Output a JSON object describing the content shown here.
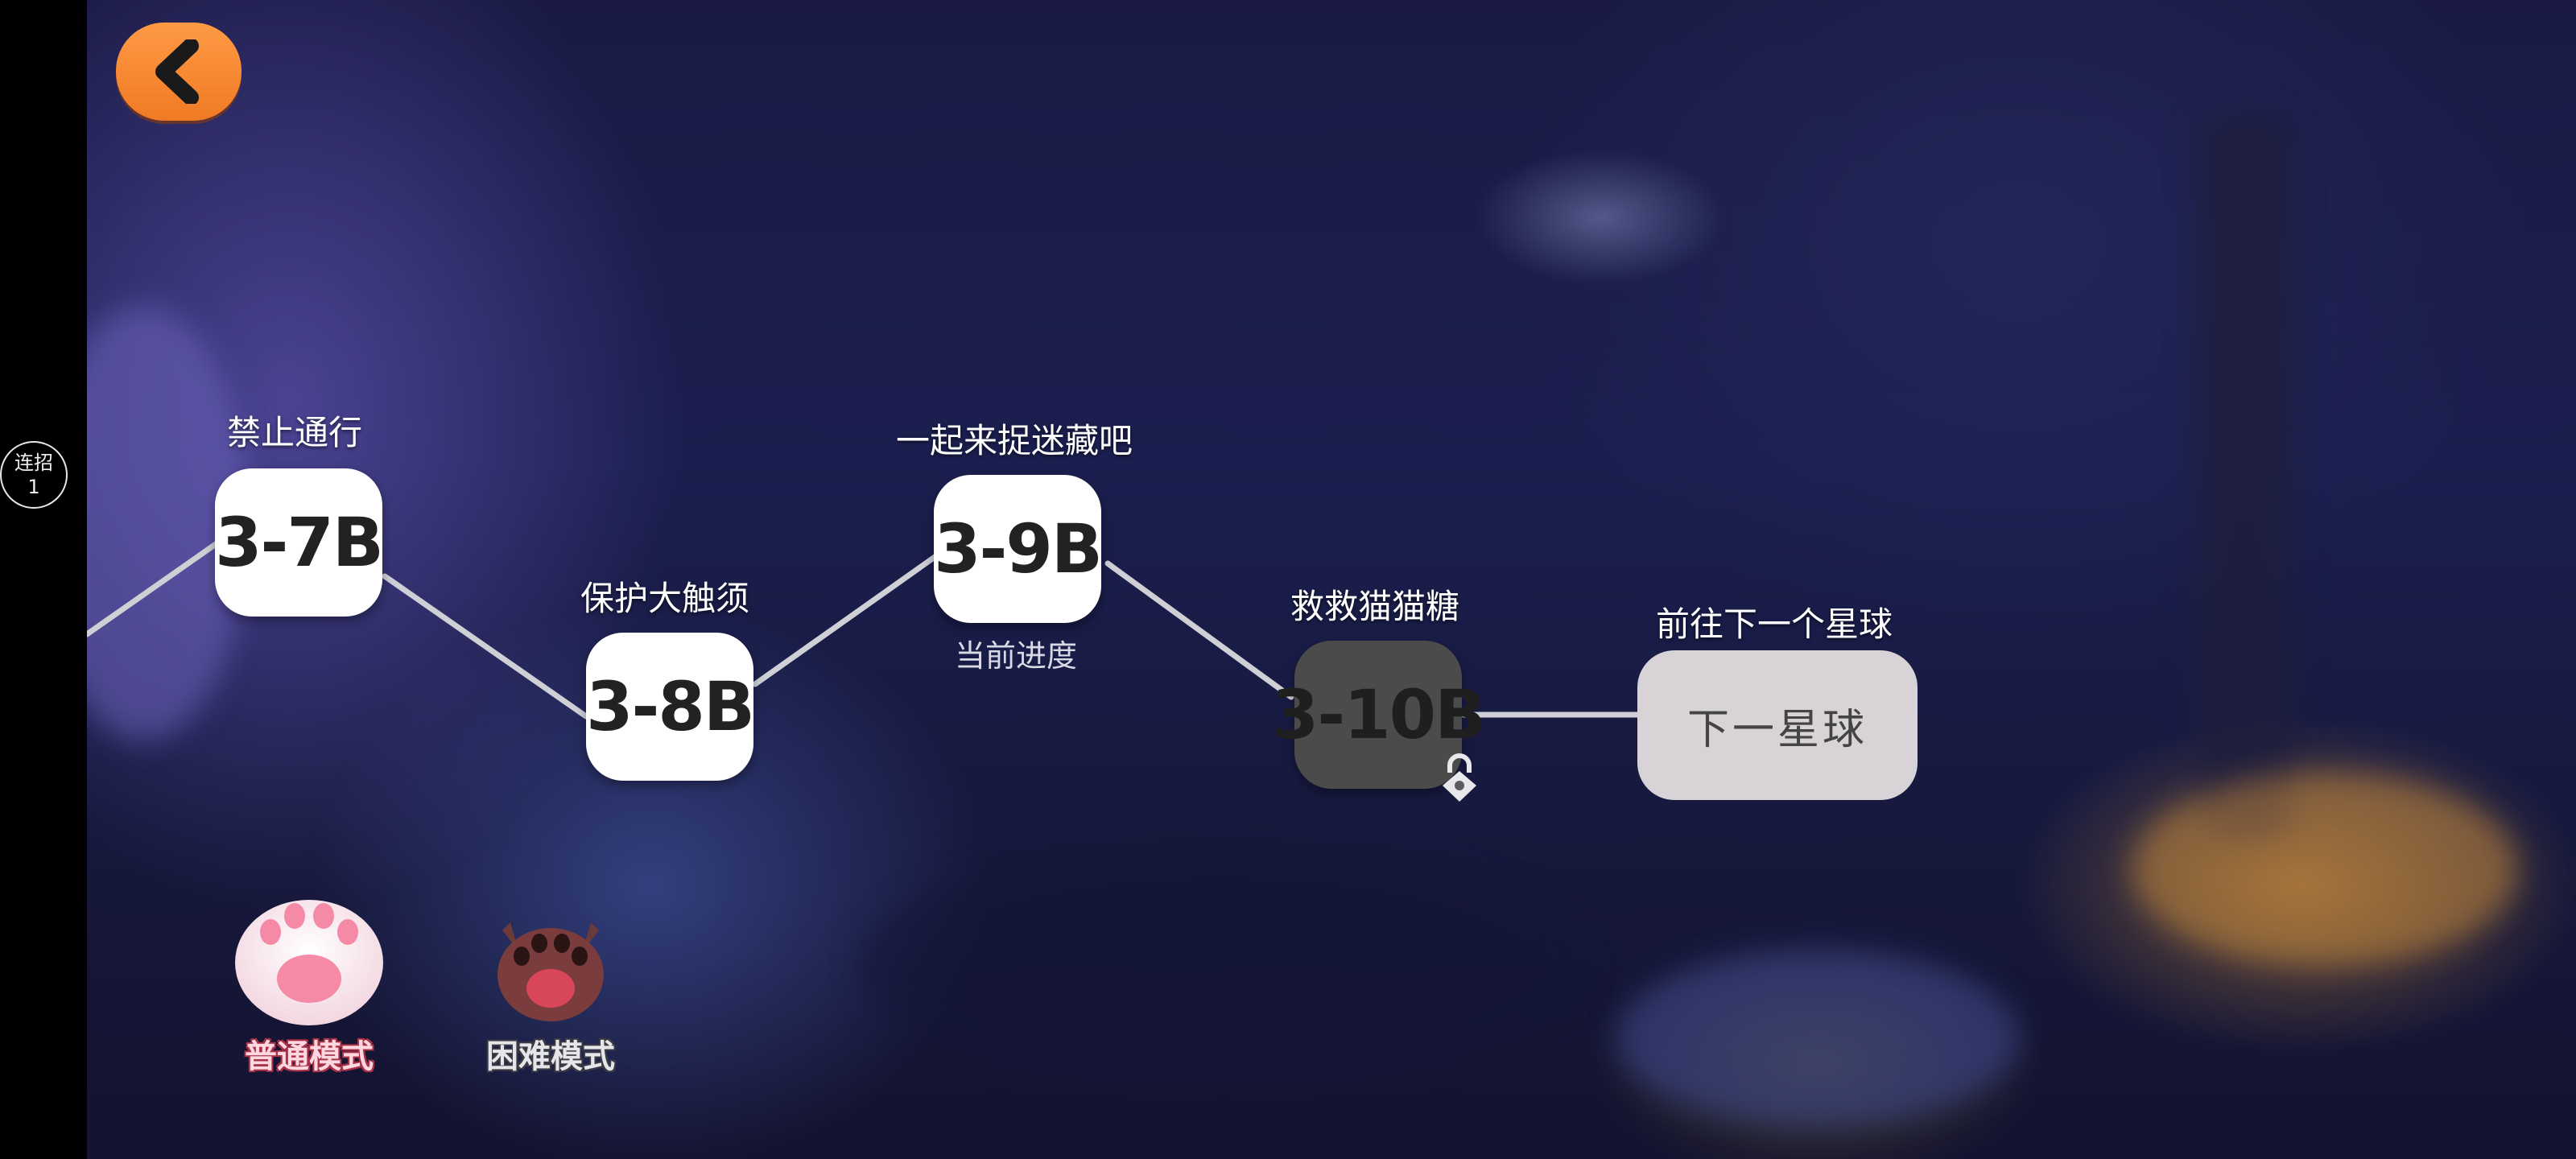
{
  "combo_badge": {
    "label": "连招",
    "count": "1"
  },
  "back_button": {
    "icon": "chevron-left-icon",
    "color": "#f5892e"
  },
  "stages": [
    {
      "title": "禁止通行",
      "code": "3-7B",
      "status": "unlocked"
    },
    {
      "title": "保护大触须",
      "code": "3-8B",
      "status": "unlocked"
    },
    {
      "title": "一起来捉迷藏吧",
      "code": "3-9B",
      "status": "current",
      "progress_label": "当前进度"
    },
    {
      "title": "救救猫猫糖",
      "code": "3-10B",
      "status": "locked"
    }
  ],
  "next_planet": {
    "title": "前往下一个星球",
    "label": "下一星球"
  },
  "modes": {
    "normal": {
      "label": "普通模式",
      "icon": "white-paw-icon"
    },
    "hard": {
      "label": "困难模式",
      "icon": "red-paw-icon"
    }
  }
}
